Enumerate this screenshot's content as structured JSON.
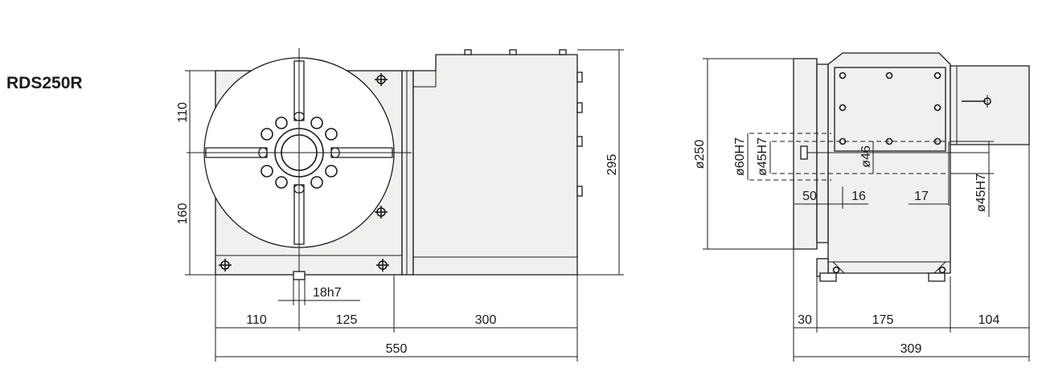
{
  "model": "RDS250R",
  "front_view": {
    "dim_110_vertical": "110",
    "dim_160_vertical": "160",
    "dim_295": "295",
    "dim_18h7": "18h7",
    "dim_110": "110",
    "dim_125": "125",
    "dim_300": "300",
    "dim_550": "550"
  },
  "side_view": {
    "dim_d250": "ø250",
    "dim_d60h7": "ø60H7",
    "dim_d45h7_left": "ø45H7",
    "dim_d46": "ø46",
    "dim_d45h7_right": "ø45H7",
    "dim_50": "50",
    "dim_16": "16",
    "dim_17": "17",
    "dim_30": "30",
    "dim_175": "175",
    "dim_104": "104",
    "dim_309": "309"
  },
  "colors": {
    "line": "#1a1a1a",
    "body_fill": "#f0f0ee",
    "background": "#ffffff"
  }
}
